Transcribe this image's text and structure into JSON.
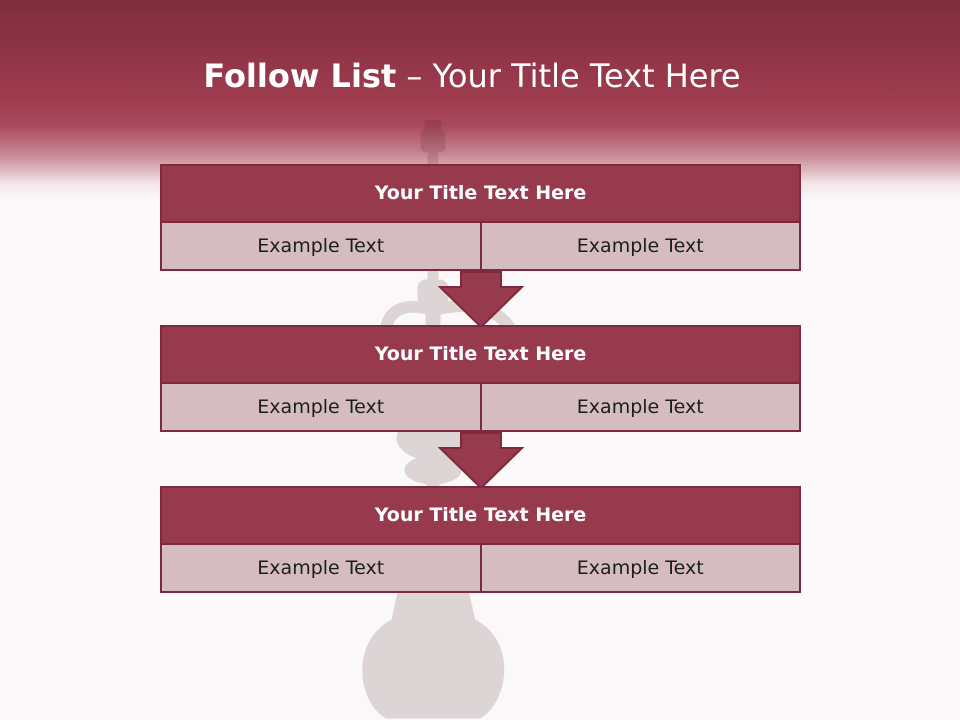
{
  "slide": {
    "title_bold": "Follow List",
    "title_rest": " – Your Title Text Here"
  },
  "steps": [
    {
      "title": "Your Title Text Here",
      "left": "Example Text",
      "right": "Example Text"
    },
    {
      "title": "Your Title Text Here",
      "left": "Example Text",
      "right": "Example Text"
    },
    {
      "title": "Your Title Text Here",
      "left": "Example Text",
      "right": "Example Text"
    }
  ],
  "colors": {
    "header": "#9c3a4d",
    "card_title": "#983a4d",
    "card_border": "#7e2a3b",
    "card_cell": "#d5bcc1",
    "arrow": "#983a4d"
  }
}
